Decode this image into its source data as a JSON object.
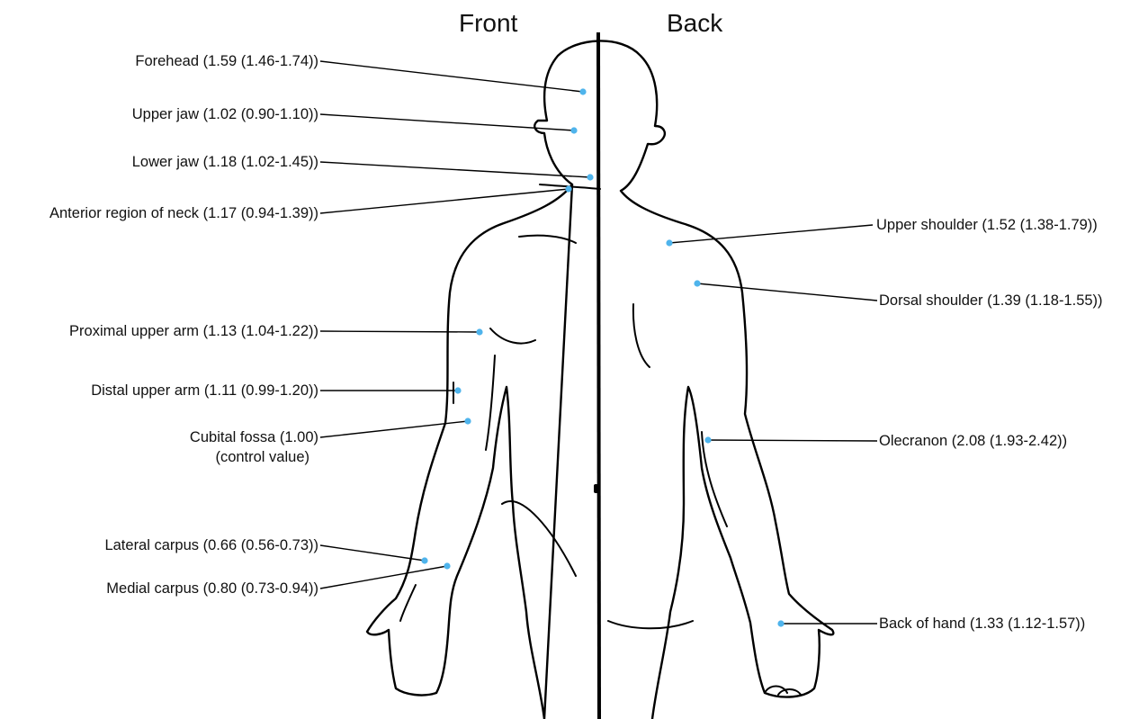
{
  "headings": {
    "front": "Front",
    "back": "Back"
  },
  "labels": {
    "forehead": "Forehead (1.59 (1.46-1.74))",
    "upper_jaw": "Upper jaw (1.02 (0.90-1.10))",
    "lower_jaw": "Lower jaw (1.18 (1.02-1.45))",
    "anterior_neck": "Anterior region of neck (1.17 (0.94-1.39))",
    "proximal_upper_arm": "Proximal upper arm (1.13 (1.04-1.22))",
    "distal_upper_arm": "Distal upper arm (1.11 (0.99-1.20))",
    "cubital_fossa": "Cubital fossa (1.00)",
    "cubital_fossa_note": "(control value)",
    "lateral_carpus": "Lateral carpus (0.66 (0.56-0.73))",
    "medial_carpus": "Medial carpus (0.80 (0.73-0.94))",
    "upper_shoulder": "Upper shoulder (1.52 (1.38-1.79))",
    "dorsal_shoulder": "Dorsal shoulder (1.39 (1.18-1.55))",
    "olecranon": "Olecranon (2.08 (1.93-2.42))",
    "back_of_hand": "Back of hand (1.33 (1.12-1.57))"
  },
  "colors": {
    "marker": "#4fb4ec",
    "outline": "#000000"
  }
}
